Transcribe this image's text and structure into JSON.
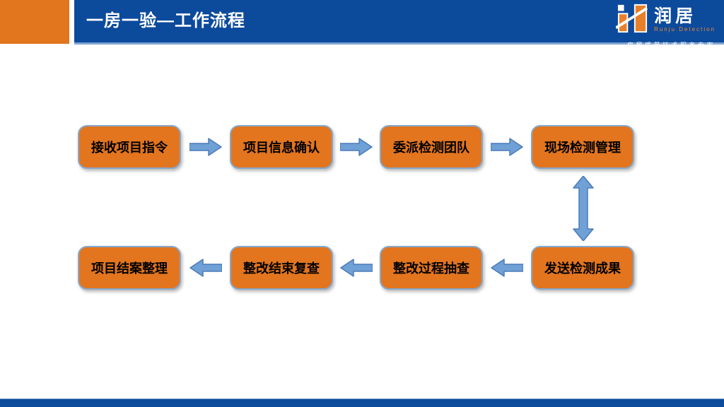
{
  "slide": {
    "title": "一房一验—工作流程"
  },
  "logo": {
    "brand": "润居",
    "subtitle": "Runju Detection",
    "tagline": "房屋质量技术服务专家"
  },
  "flow": {
    "steps_top": [
      "接收项目指令",
      "项目信息确认",
      "委派检测团队",
      "现场检测管理"
    ],
    "steps_bottom": [
      "项目结案整理",
      "整改结束复查",
      "整改过程抽查",
      "发送检测成果"
    ]
  },
  "colors": {
    "accent_orange": "#E2761F",
    "header_blue": "#0C4A9C",
    "header_underline": "#7FA3CF",
    "box_fill": "#E2751E",
    "box_border": "#86A8CC",
    "arrow_fill": "#6FA0D6",
    "arrow_border": "#4B7AB8",
    "footer_blue": "#0C4A9C",
    "box_text": "#000000",
    "title_text": "#FFFFFF"
  }
}
